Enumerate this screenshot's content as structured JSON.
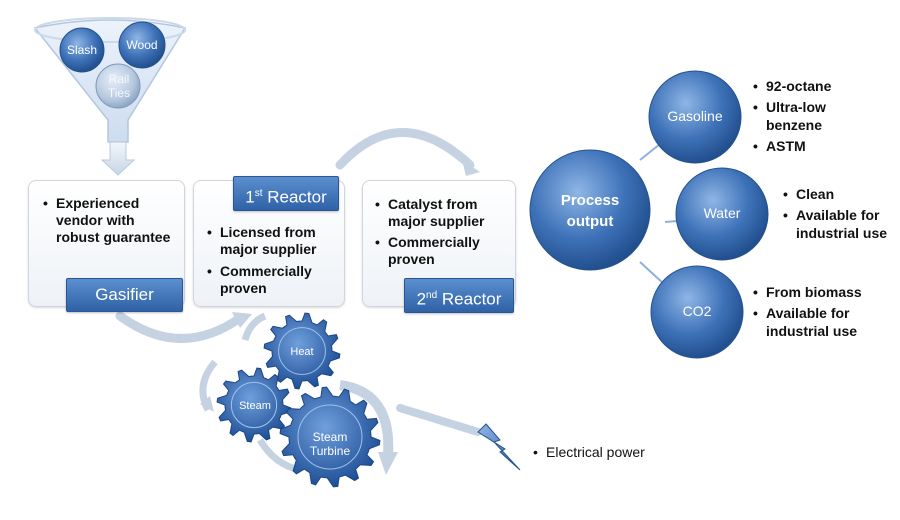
{
  "funnel": {
    "inputs": [
      "Slash",
      "Wood",
      "Rail Ties"
    ]
  },
  "gasifier": {
    "bullets": [
      "Experienced vendor with robust guarantee"
    ],
    "label": "Gasifier"
  },
  "reactor1": {
    "label_num": "1",
    "label_sup": "st",
    "label_text": " Reactor",
    "bullets": [
      "Licensed from major supplier",
      "Commercially proven"
    ]
  },
  "reactor2": {
    "bullets": [
      "Catalyst from major supplier",
      "Commercially proven"
    ],
    "label_num": "2",
    "label_sup": "nd",
    "label_text": " Reactor"
  },
  "process_output": {
    "label": "Process output",
    "outputs": [
      {
        "name": "Gasoline",
        "bullets": [
          "92-octane",
          "Ultra-low benzene",
          "ASTM"
        ]
      },
      {
        "name": "Water",
        "bullets": [
          "Clean",
          "Available for industrial use"
        ]
      },
      {
        "name": "CO2",
        "bullets": [
          "From biomass",
          "Available for industrial use"
        ]
      }
    ]
  },
  "gears": [
    "Heat",
    "Steam",
    "Steam Turbine"
  ],
  "power": {
    "bullet": "Electrical power"
  },
  "colors": {
    "accent": "#2f62a6",
    "light": "#5b8fcf",
    "line": "#8fb0d8"
  }
}
